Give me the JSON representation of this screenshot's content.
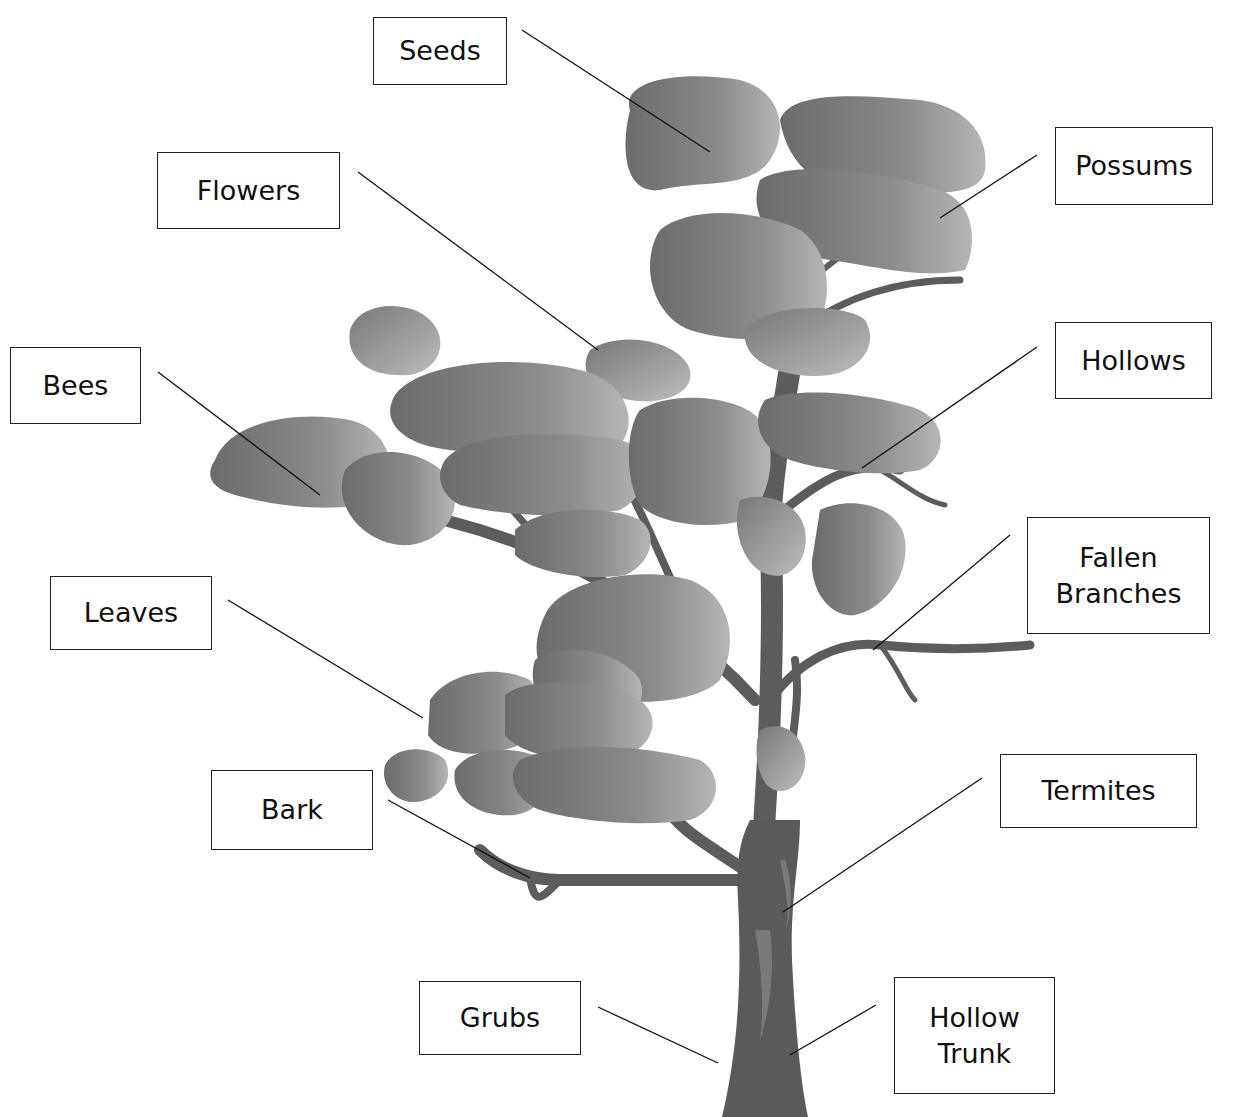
{
  "diagram": {
    "nodes": [
      {
        "text": [
          "Seeds"
        ]
      },
      {
        "text": [
          "Possums"
        ]
      },
      {
        "text": [
          "Flowers"
        ]
      },
      {
        "text": [
          "Hollows"
        ]
      },
      {
        "text": [
          "Bees"
        ]
      },
      {
        "text": [
          "Fallen Branches"
        ]
      },
      {
        "text": [
          "Leaves"
        ]
      },
      {
        "text": [
          "Termites"
        ]
      },
      {
        "text": [
          "Bark"
        ]
      },
      {
        "text": [
          "Grubs"
        ]
      },
      {
        "text": [
          "Hollow Trunk"
        ]
      }
    ]
  }
}
